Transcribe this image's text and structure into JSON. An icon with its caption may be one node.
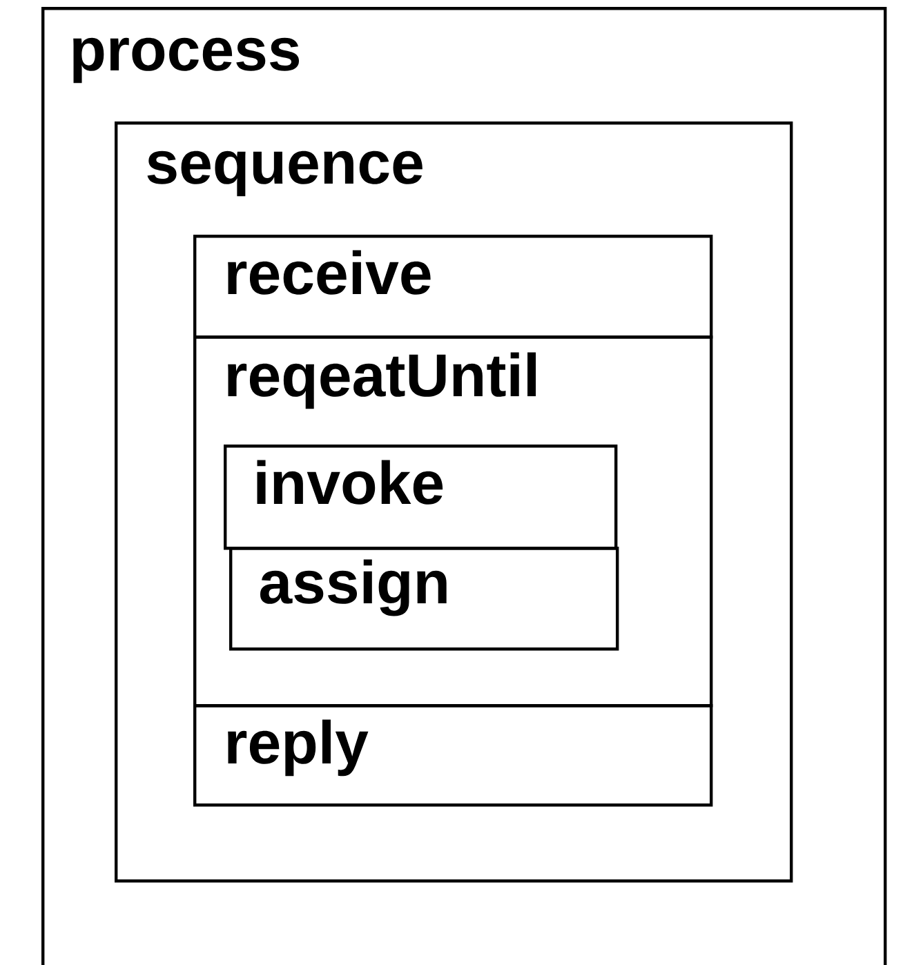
{
  "diagram": {
    "nodes": [
      {
        "text": [
          "process"
        ]
      },
      {
        "text": [
          "sequence"
        ],
        "in": 0
      },
      {
        "text": [
          "receive"
        ],
        "in": 1
      },
      {
        "text": [
          "reqeatUntil"
        ],
        "in": 1
      },
      {
        "text": [
          "invoke"
        ],
        "in": 3
      },
      {
        "text": [
          "assign"
        ],
        "in": 3
      },
      {
        "text": [
          "reply"
        ],
        "in": 1
      }
    ]
  }
}
